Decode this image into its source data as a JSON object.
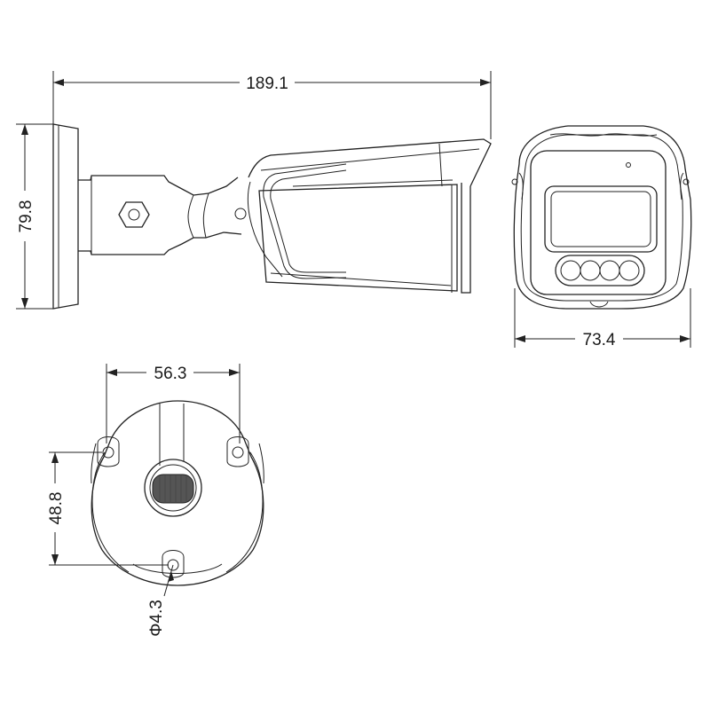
{
  "dimensions": {
    "overall_length": "189.1",
    "height": "79.8",
    "front_width": "73.4",
    "base_hole_spacing_horizontal": "56.3",
    "base_hole_spacing_vertical": "48.8",
    "hole_diameter": "Φ4.3"
  },
  "colors": {
    "line": "#222222",
    "background": "#ffffff"
  }
}
